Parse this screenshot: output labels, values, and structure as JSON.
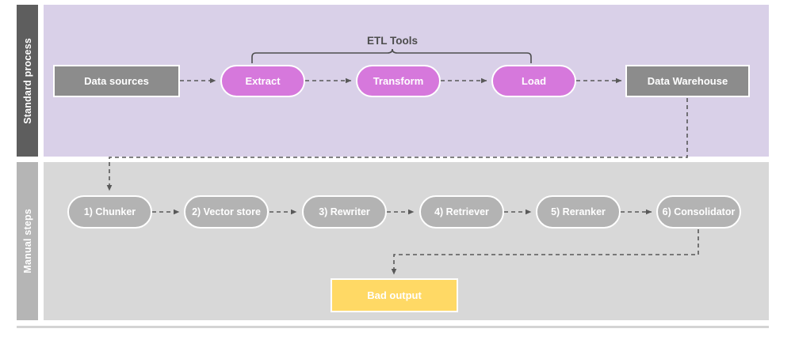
{
  "diagram": {
    "title_label": "ETL Tools",
    "lanes": [
      {
        "name": "standard",
        "label": "Standard process",
        "background": "#d9d0e8",
        "band_color": "#5e5e5e"
      },
      {
        "name": "manual",
        "label": "Manual steps",
        "background": "#d8d8d8",
        "band_color": "#b5b5b5"
      }
    ],
    "colors": {
      "gray_box": "#8c8c8c",
      "magenta": "#d678dc",
      "step_gray": "#b3b3b3",
      "warning_yellow": "#ffd965",
      "connector": "#595959",
      "text_on_fill": "#ffffff",
      "brace": "#4d4d4d"
    },
    "standard_process_nodes": [
      {
        "id": "data-sources",
        "label": "Data sources",
        "shape": "rect",
        "fill": "gray-box"
      },
      {
        "id": "extract",
        "label": "Extract",
        "shape": "pill",
        "fill": "magenta"
      },
      {
        "id": "transform",
        "label": "Transform",
        "shape": "pill",
        "fill": "magenta"
      },
      {
        "id": "load",
        "label": "Load",
        "shape": "pill",
        "fill": "magenta"
      },
      {
        "id": "data-warehouse",
        "label": "Data Warehouse",
        "shape": "rect",
        "fill": "gray-box"
      }
    ],
    "etl_tools_bracket_covers": [
      "Extract",
      "Transform",
      "Load"
    ],
    "manual_step_nodes": [
      {
        "id": "chunker",
        "number": "1)",
        "label": "1) Chunker"
      },
      {
        "id": "vector-store",
        "number": "2)",
        "label": "2) Vector store"
      },
      {
        "id": "rewriter",
        "number": "3)",
        "label": "3) Rewriter"
      },
      {
        "id": "retriever",
        "number": "4)",
        "label": "4) Retriever"
      },
      {
        "id": "reranker",
        "number": "5)",
        "label": "5) Reranker"
      },
      {
        "id": "consolidator",
        "number": "6)",
        "label": "6) Consolidator"
      }
    ],
    "output_node": {
      "id": "bad-output",
      "label": "Bad output",
      "fill": "warn"
    },
    "edges": [
      {
        "from": "data-sources",
        "to": "extract",
        "style": "dashed"
      },
      {
        "from": "extract",
        "to": "transform",
        "style": "dashed"
      },
      {
        "from": "transform",
        "to": "load",
        "style": "dashed"
      },
      {
        "from": "load",
        "to": "data-warehouse",
        "style": "dashed"
      },
      {
        "from": "data-warehouse",
        "to": "chunker",
        "style": "dashed"
      },
      {
        "from": "chunker",
        "to": "vector-store",
        "style": "dashed"
      },
      {
        "from": "vector-store",
        "to": "rewriter",
        "style": "dashed"
      },
      {
        "from": "rewriter",
        "to": "retriever",
        "style": "dashed"
      },
      {
        "from": "retriever",
        "to": "reranker",
        "style": "dashed"
      },
      {
        "from": "reranker",
        "to": "consolidator",
        "style": "dashed"
      },
      {
        "from": "consolidator",
        "to": "bad-output",
        "style": "dashed"
      }
    ]
  }
}
